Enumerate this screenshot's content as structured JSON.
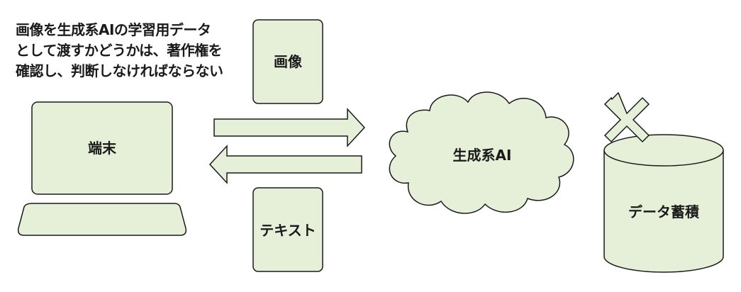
{
  "note": {
    "lines": [
      "画像を生成系AIの学習用データ",
      "として渡すかどうかは、著作権を",
      "確認し、判断しなければならない"
    ]
  },
  "nodes": {
    "terminal": "端末",
    "image": "画像",
    "text": "テキスト",
    "ai": "生成系AI",
    "storage": "データ蓄積"
  },
  "colors": {
    "fill": "#e6f0d8",
    "stroke": "#1a1a1a",
    "cross_fill": "#e6f0d8"
  },
  "icons": {
    "cross": "cross-mark-icon"
  }
}
